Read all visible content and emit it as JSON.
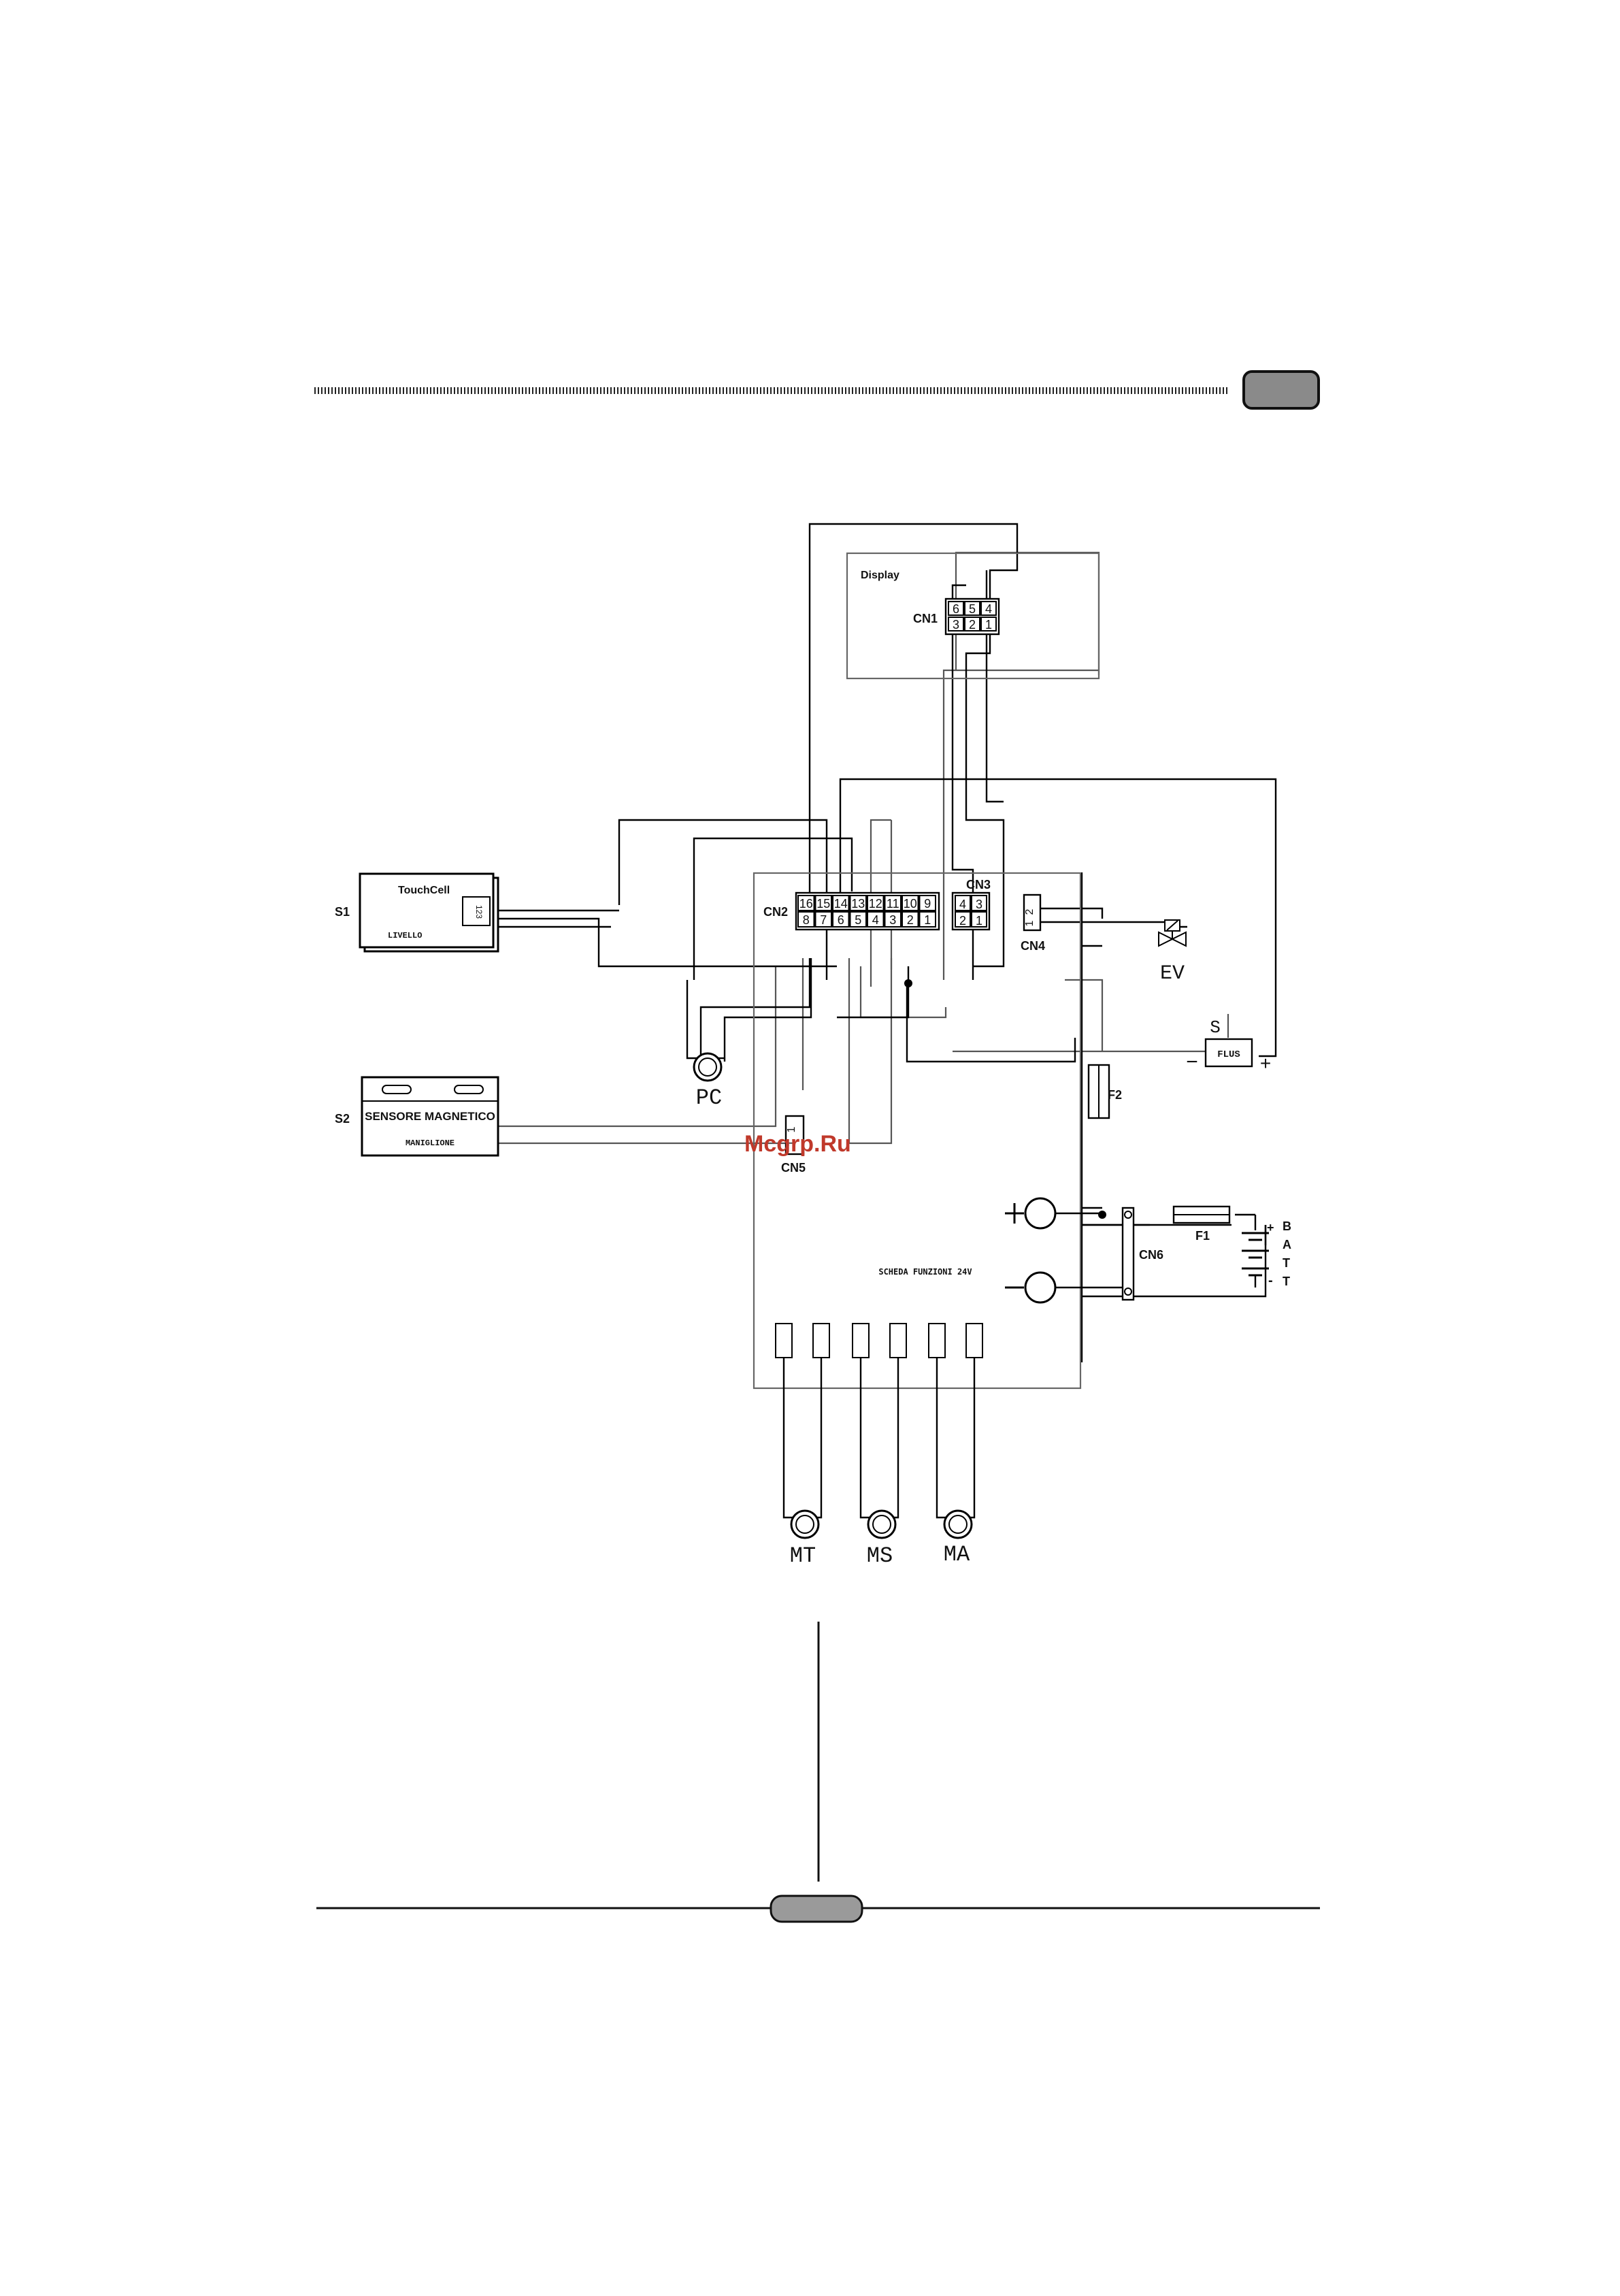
{
  "page": {
    "tab_label": "",
    "page_number": ""
  },
  "watermark": "Mcgrp.Ru",
  "diagram": {
    "board_label": "SCHEDA  FUNZIONI 24V",
    "display": {
      "title": "Display",
      "connector": "CN1",
      "pins_top": [
        "6",
        "5",
        "4"
      ],
      "pins_bottom": [
        "3",
        "2",
        "1"
      ]
    },
    "cn2": {
      "label": "CN2",
      "pins_top": [
        "16",
        "15",
        "14",
        "13",
        "12",
        "11",
        "10",
        "9"
      ],
      "pins_bottom": [
        "8",
        "7",
        "6",
        "5",
        "4",
        "3",
        "2",
        "1"
      ]
    },
    "cn3": {
      "label": "CN3",
      "pins_top": [
        "4",
        "3"
      ],
      "pins_bottom": [
        "2",
        "1"
      ]
    },
    "cn4": {
      "label": "CN4",
      "pins": [
        "2",
        "1"
      ]
    },
    "cn5": {
      "label": "CN5",
      "pins": [
        "1",
        "1"
      ]
    },
    "cn6": {
      "label": "CN6"
    },
    "s1": {
      "tag": "S1",
      "title": "TouchCell",
      "subtitle": "LIVELLO",
      "pins": "123"
    },
    "s2": {
      "tag": "S2",
      "title": "SENSORE MAGNETICO",
      "subtitle": "MANIGLIONE"
    },
    "pc": "PC",
    "ev": "EV",
    "flus": {
      "label": "FLUS",
      "s_label": "S",
      "minus": "−",
      "plus": "+"
    },
    "f1": "F1",
    "f2": "F2",
    "battery": {
      "letters": [
        "B",
        "A",
        "T",
        "T"
      ],
      "plus": "+",
      "minus": "-"
    },
    "terminals": {
      "plus": "+",
      "minus": "−"
    },
    "motors": [
      "MT",
      "MS",
      "MA"
    ]
  }
}
